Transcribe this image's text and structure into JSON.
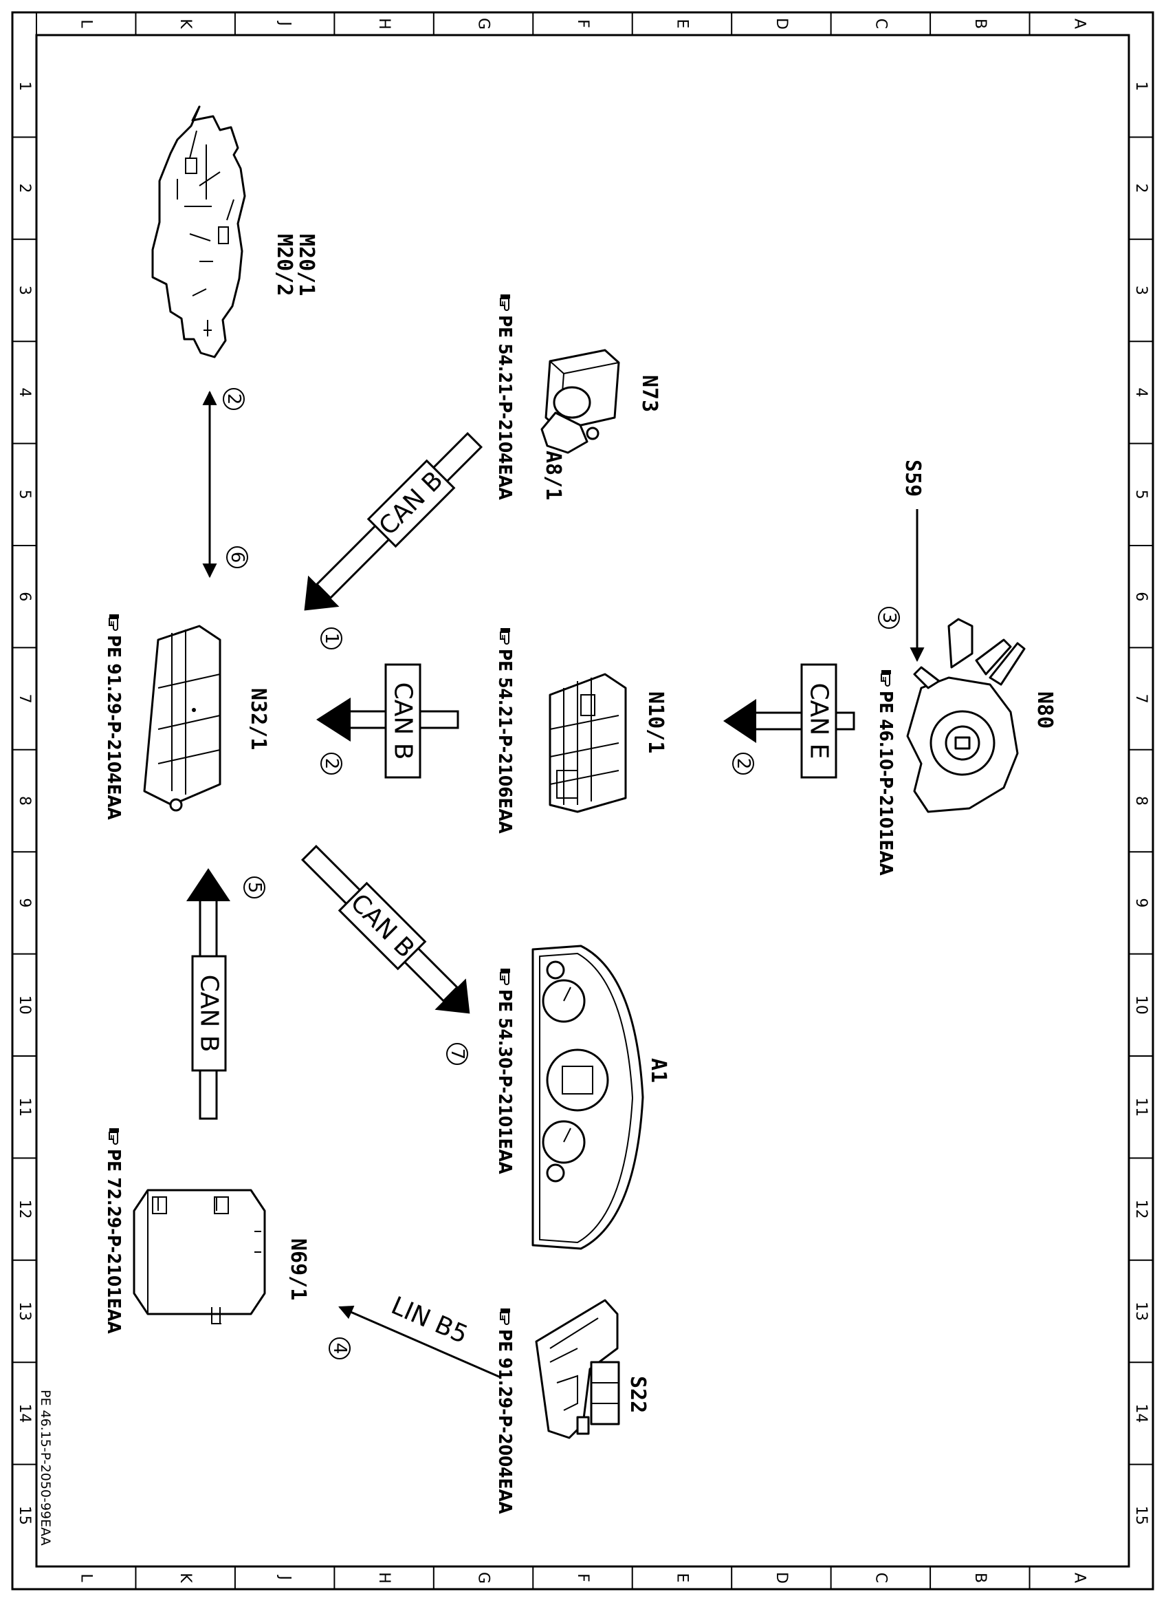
{
  "border": {
    "columns": [
      "L",
      "K",
      "J",
      "H",
      "G",
      "F",
      "E",
      "D",
      "C",
      "B",
      "A"
    ],
    "rows": [
      "1",
      "2",
      "3",
      "4",
      "5",
      "6",
      "7",
      "8",
      "9",
      "10",
      "11",
      "12",
      "13",
      "14",
      "15"
    ]
  },
  "components": {
    "m20": {
      "line1": "M20/1",
      "line2": "M20/2"
    },
    "n73": {
      "label": "N73",
      "sub": "A8/1",
      "ref": "PE 54.21-P-2104EAA"
    },
    "s59": {
      "label": "S59"
    },
    "n80": {
      "label": "N80",
      "ref": "PE 46.10-P-2101EAA"
    },
    "n10": {
      "label": "N10/1",
      "ref": "PE 54.21-P-2106EAA"
    },
    "n32": {
      "label": "N32/1",
      "ref": "PE 91.29-P-2104EAA"
    },
    "a1": {
      "label": "A1",
      "ref": "PE 54.30-P-2101EAA"
    },
    "n69": {
      "label": "N69/1",
      "ref": "PE 72.29-P-2101EAA"
    },
    "s22": {
      "label": "S22",
      "ref": "PE 91.29-P-2004EAA"
    }
  },
  "buses": {
    "n73_to_n32": "CAN B",
    "n10_to_n32": "CAN B",
    "n80_to_n10": "CAN E",
    "n32_to_a1": "CAN B",
    "n69_to_n32": "CAN B",
    "s22_to_n69": "LIN B5"
  },
  "steps": {
    "m20_upper": "2",
    "m20_lower": "6",
    "n73_bus": "1",
    "n10_bus": "2",
    "n80_bus": "2",
    "s59": "3",
    "n69_bus": "5",
    "a1_bus": "7",
    "s22_bus": "4"
  },
  "document_id": "PE 46.15-P-2050-99EAA"
}
